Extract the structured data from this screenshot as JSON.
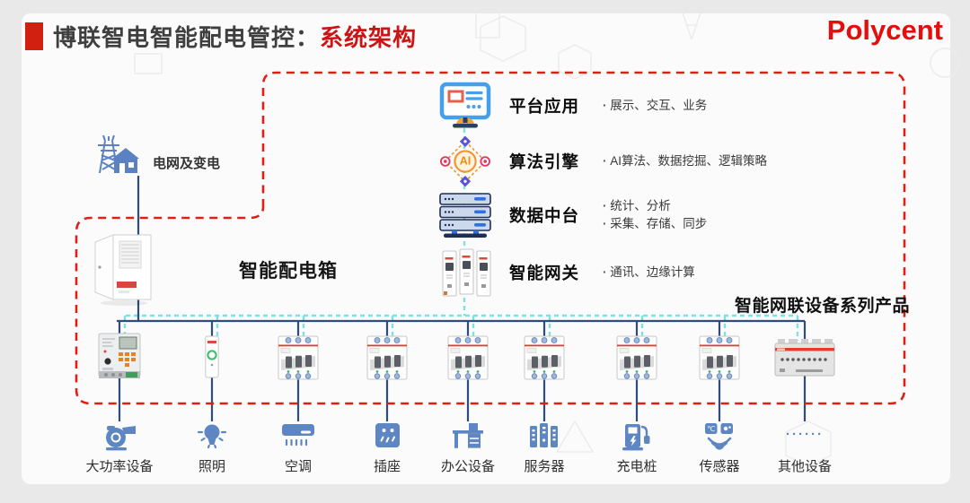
{
  "header": {
    "title": "博联智电智能配电管控：",
    "title_highlight": "系统架构",
    "logo": "Polycent"
  },
  "diagram": {
    "grid_label": "电网及变电",
    "box_label": "智能配电箱",
    "products_label": "智能网联设备系列产品",
    "ai_badge": "AI",
    "stack": [
      {
        "label": "平台应用",
        "bullets": [
          "展示、交互、业务"
        ]
      },
      {
        "label": "算法引擎",
        "bullets": [
          "AI算法、数据挖掘、逻辑策略"
        ]
      },
      {
        "label": "数据中台",
        "bullets": [
          "统计、分析",
          "采集、存储、同步"
        ]
      },
      {
        "label": "智能网关",
        "bullets": [
          "通讯、边缘计算"
        ]
      }
    ],
    "devices": [
      {
        "label": "大功率设备"
      },
      {
        "label": "照明"
      },
      {
        "label": "空调"
      },
      {
        "label": "插座"
      },
      {
        "label": "办公设备"
      },
      {
        "label": "服务器"
      },
      {
        "label": "充电桩"
      },
      {
        "label": "传感器"
      },
      {
        "label": "其他设备",
        "icon_dots": "······"
      }
    ]
  },
  "colors": {
    "accent_red": "#d11f10",
    "navy_line": "#2e4d7b",
    "cyan_line": "#7de0e3",
    "icon_blue": "#5e86c3"
  }
}
